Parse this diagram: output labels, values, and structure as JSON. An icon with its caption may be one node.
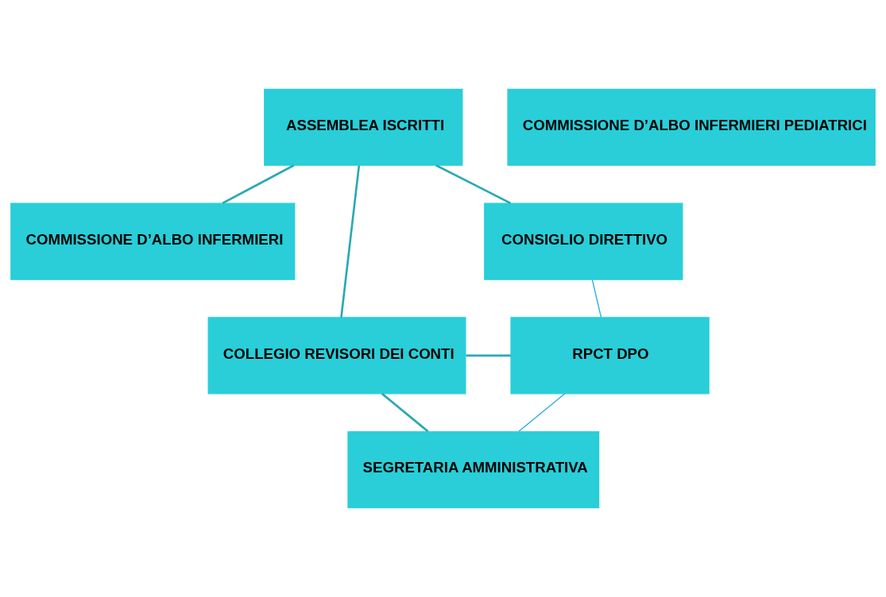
{
  "diagram": {
    "nodes": [
      {
        "text": [
          "ASSEMBLEA ISCRITTI"
        ]
      },
      {
        "text": [
          "COMMISSIONE D’ALBO INFERMIERI"
        ]
      },
      {
        "text": [
          "CONSIGLIO DIRETTIVO"
        ]
      },
      {
        "text": [
          "COMMISSIONE D’ALBO INFERMIERI PEDIATRICI"
        ]
      },
      {
        "text": [
          "COLLEGIO REVISORI DEI CONTI"
        ]
      },
      {
        "text": [
          "RPCT DPO"
        ]
      },
      {
        "text": [
          "SEGRETARIA AMMINISTRATIVA"
        ]
      }
    ],
    "edges": [
      {
        "from": 0,
        "to": 1,
        "arrow": "none"
      },
      {
        "from": 0,
        "to": 2,
        "arrow": "none"
      },
      {
        "from": 0,
        "to": 4,
        "arrow": "none"
      },
      {
        "from": 2,
        "to": 5,
        "arrow": "none",
        "color": "#29abe2"
      },
      {
        "from": 4,
        "to": 5,
        "arrow": "none"
      },
      {
        "from": 4,
        "to": 6,
        "arrow": "none"
      },
      {
        "from": 5,
        "to": 6,
        "arrow": "none",
        "color": "#29abe2"
      }
    ]
  }
}
